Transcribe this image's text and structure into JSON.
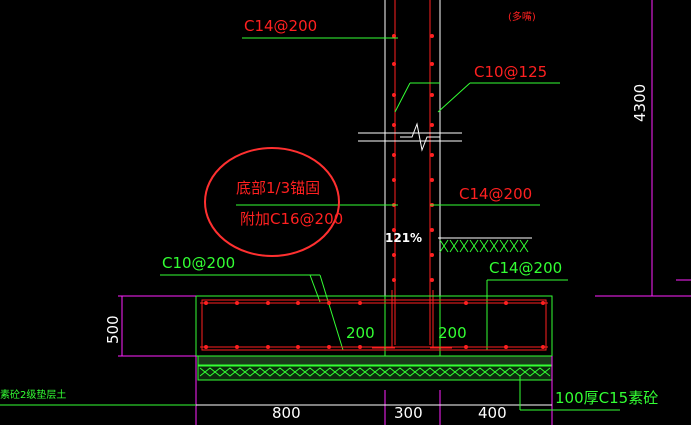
{
  "labels": {
    "top_rebar": "C14@200",
    "note_top_right": "(多嘴)",
    "stirrup_label": "C10@125",
    "corner_note_line1": "底部1/3锚固",
    "corner_note_line2": "附加C16@200",
    "mid_rebar": "C14@200",
    "zoom": "121%",
    "footing_top_left": "C10@200",
    "footing_top_right": "C14@200",
    "inner_left": "200",
    "inner_right": "200",
    "bottom_left_note": "素砼2级垫层土",
    "bottom_right_note": "100厚C15素砼"
  },
  "dimensions": {
    "height_total": "4300",
    "footing_height": "500",
    "bottom_800": "800",
    "bottom_300": "300",
    "bottom_400": "400"
  },
  "colors": {
    "background": "#000000",
    "green": "#33ff33",
    "red": "#ff2020",
    "white": "#ffffff",
    "magenta": "#ff22ff"
  }
}
